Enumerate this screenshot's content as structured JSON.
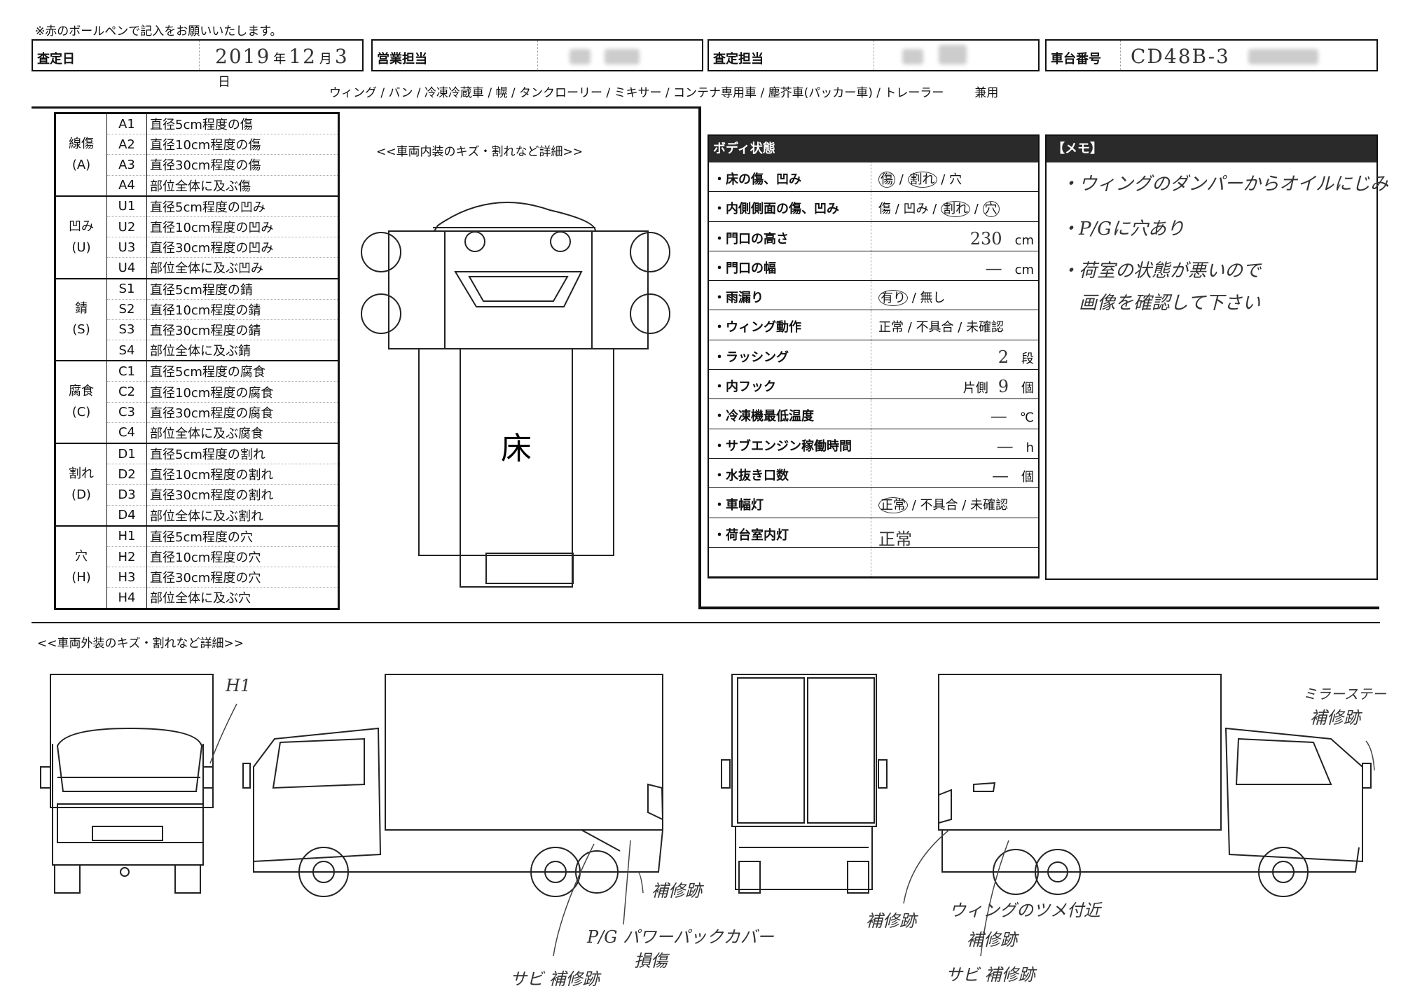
{
  "header": {
    "note": "※赤のボールペンで記入をお願いいたします。",
    "assess_date_label": "査定日",
    "assess_date": {
      "year": "2019",
      "year_unit": "年",
      "month": "12",
      "month_unit": "月",
      "day": "3",
      "day_unit": "日"
    },
    "sales_rep_label": "営業担当",
    "assessor_label": "査定担当",
    "chassis_label": "車台番号",
    "chassis_value": "CD48B-3"
  },
  "vehicle_types": {
    "list": "ウィング / バン / 冷凍冷蔵車 / 幌 / タンクローリー / ミキサー / コンテナ専用車 / 塵芥車(パッカー車) / トレーラー",
    "combined": "兼用"
  },
  "damage_codes": [
    {
      "category": "線傷",
      "abbr": "(A)",
      "items": [
        {
          "code": "A1",
          "desc": "直径5cm程度の傷"
        },
        {
          "code": "A2",
          "desc": "直径10cm程度の傷"
        },
        {
          "code": "A3",
          "desc": "直径30cm程度の傷"
        },
        {
          "code": "A4",
          "desc": "部位全体に及ぶ傷"
        }
      ]
    },
    {
      "category": "凹み",
      "abbr": "(U)",
      "items": [
        {
          "code": "U1",
          "desc": "直径5cm程度の凹み"
        },
        {
          "code": "U2",
          "desc": "直径10cm程度の凹み"
        },
        {
          "code": "U3",
          "desc": "直径30cm程度の凹み"
        },
        {
          "code": "U4",
          "desc": "部位全体に及ぶ凹み"
        }
      ]
    },
    {
      "category": "錆",
      "abbr": "(S)",
      "items": [
        {
          "code": "S1",
          "desc": "直径5cm程度の錆"
        },
        {
          "code": "S2",
          "desc": "直径10cm程度の錆"
        },
        {
          "code": "S3",
          "desc": "直径30cm程度の錆"
        },
        {
          "code": "S4",
          "desc": "部位全体に及ぶ錆"
        }
      ]
    },
    {
      "category": "腐食",
      "abbr": "(C)",
      "items": [
        {
          "code": "C1",
          "desc": "直径5cm程度の腐食"
        },
        {
          "code": "C2",
          "desc": "直径10cm程度の腐食"
        },
        {
          "code": "C3",
          "desc": "直径30cm程度の腐食"
        },
        {
          "code": "C4",
          "desc": "部位全体に及ぶ腐食"
        }
      ]
    },
    {
      "category": "割れ",
      "abbr": "(D)",
      "items": [
        {
          "code": "D1",
          "desc": "直径5cm程度の割れ"
        },
        {
          "code": "D2",
          "desc": "直径10cm程度の割れ"
        },
        {
          "code": "D3",
          "desc": "直径30cm程度の割れ"
        },
        {
          "code": "D4",
          "desc": "部位全体に及ぶ割れ"
        }
      ]
    },
    {
      "category": "穴",
      "abbr": "(H)",
      "items": [
        {
          "code": "H1",
          "desc": "直径5cm程度の穴"
        },
        {
          "code": "H2",
          "desc": "直径10cm程度の穴"
        },
        {
          "code": "H3",
          "desc": "直径30cm程度の穴"
        },
        {
          "code": "H4",
          "desc": "部位全体に及ぶ穴"
        }
      ]
    }
  ],
  "interior": {
    "title": "<<車両内装のキズ・割れなど詳細>>",
    "floor_label": "床"
  },
  "body_status": {
    "title": "ボディ状態",
    "rows": [
      {
        "label": "・床の傷、凹み",
        "options": [
          "傷",
          "割れ",
          "穴"
        ],
        "circled": [
          "傷",
          "割れ"
        ]
      },
      {
        "label": "・内側側面の傷、凹み",
        "options": [
          "傷",
          "凹み",
          "割れ",
          "穴"
        ],
        "circled": [
          "割れ",
          "穴"
        ]
      },
      {
        "label": "・門口の高さ",
        "value": "230",
        "unit": "cm"
      },
      {
        "label": "・門口の幅",
        "value": "—",
        "unit": "cm"
      },
      {
        "label": "・雨漏り",
        "options": [
          "有り",
          "無し"
        ],
        "circled": [
          "有り"
        ]
      },
      {
        "label": "・ウィング動作",
        "options": [
          "正常",
          "不具合",
          "未確認"
        ],
        "circled": []
      },
      {
        "label": "・ラッシング",
        "value": "2",
        "unit": "段"
      },
      {
        "label": "・内フック",
        "prefix": "片側",
        "value": "9",
        "unit": "個"
      },
      {
        "label": "・冷凍機最低温度",
        "value": "—",
        "unit": "℃"
      },
      {
        "label": "・サブエンジン稼働時間",
        "value": "—",
        "unit": "h"
      },
      {
        "label": "・水抜き口数",
        "value": "—",
        "unit": "個"
      },
      {
        "label": "・車幅灯",
        "options": [
          "正常",
          "不具合",
          "未確認"
        ],
        "circled": [
          "正常"
        ]
      },
      {
        "label": "・荷台室内灯",
        "handwritten": "正常"
      },
      {
        "label": ""
      }
    ]
  },
  "memo": {
    "title": "【メモ】",
    "lines": [
      "・ウィングのダンパーからオイルにじみ",
      "・P/Gに穴あり",
      "・荷室の状態が悪いので",
      "　画像を確認して下さい"
    ]
  },
  "exterior": {
    "title": "<<車両外装のキズ・割れなど詳細>>",
    "notes": {
      "front_h1": "H1",
      "left_repair": "補修跡",
      "left_pg": "P/G パワーパックカバー",
      "left_pg_damage": "損傷",
      "left_rust": "サビ 補修跡",
      "right_mirror": "ミラーステー",
      "right_mirror_repair": "補修跡",
      "right_repair": "補修跡",
      "right_wing": "ウィングのツメ付近",
      "right_wing_repair": "補修跡",
      "right_rust": "サビ 補修跡"
    }
  }
}
